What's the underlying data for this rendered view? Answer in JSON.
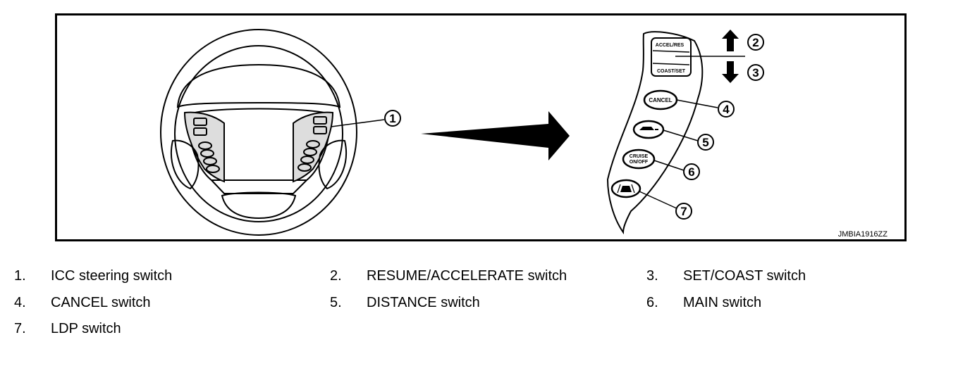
{
  "figure": {
    "code": "JMBIA1916ZZ",
    "switch_labels": {
      "resume_accel": "ACCEL/RES",
      "set_coast": "COAST/SET",
      "cancel": "CANCEL",
      "cruise_top": "CRUISE",
      "cruise_bottom": "ON/OFF"
    },
    "callouts": [
      "1",
      "2",
      "3",
      "4",
      "5",
      "6",
      "7"
    ]
  },
  "legend": [
    {
      "num": "1.",
      "label": "ICC steering switch"
    },
    {
      "num": "2.",
      "label": "RESUME/ACCELERATE switch"
    },
    {
      "num": "3.",
      "label": "SET/COAST switch"
    },
    {
      "num": "4.",
      "label": "CANCEL switch"
    },
    {
      "num": "5.",
      "label": "DISTANCE switch"
    },
    {
      "num": "6.",
      "label": "MAIN switch"
    },
    {
      "num": "7.",
      "label": "LDP switch"
    }
  ]
}
